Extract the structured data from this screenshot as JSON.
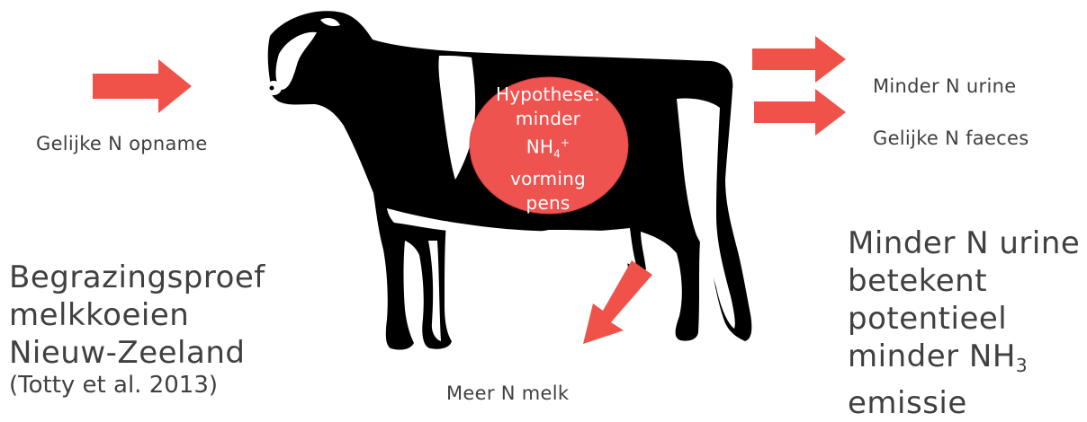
{
  "colors": {
    "arrow": "#f0524a",
    "ellipse": "#ef5350",
    "cow_fill": "#000000",
    "cow_patch": "#ffffff",
    "text": "#404040"
  },
  "labels": {
    "intake": "Gelijke N opname",
    "urine": "Minder N urine",
    "faeces": "Gelijke N faeces",
    "milk": "Meer N melk"
  },
  "hypothesis": {
    "line1": "Hypothese:",
    "line2": "minder",
    "line3_main": "NH",
    "line3_sub": "4",
    "line3_sup": "+",
    "line4": "vorming",
    "line5": "pens"
  },
  "study": {
    "line1": "Begrazingsproef",
    "line2": "melkkoeien",
    "line3": "Nieuw-Zeeland",
    "reference": "(Totty et al. 2013)"
  },
  "conclusion": {
    "line1": "Minder N urine",
    "line2": "betekent",
    "line3": "potentieel",
    "line4_main": "minder NH",
    "line4_sub": "3",
    "line5": "emissie"
  },
  "icons": [
    "cow-illustration",
    "arrow-right-intake",
    "arrow-right-urine",
    "arrow-right-faeces",
    "arrow-down-left-milk"
  ]
}
